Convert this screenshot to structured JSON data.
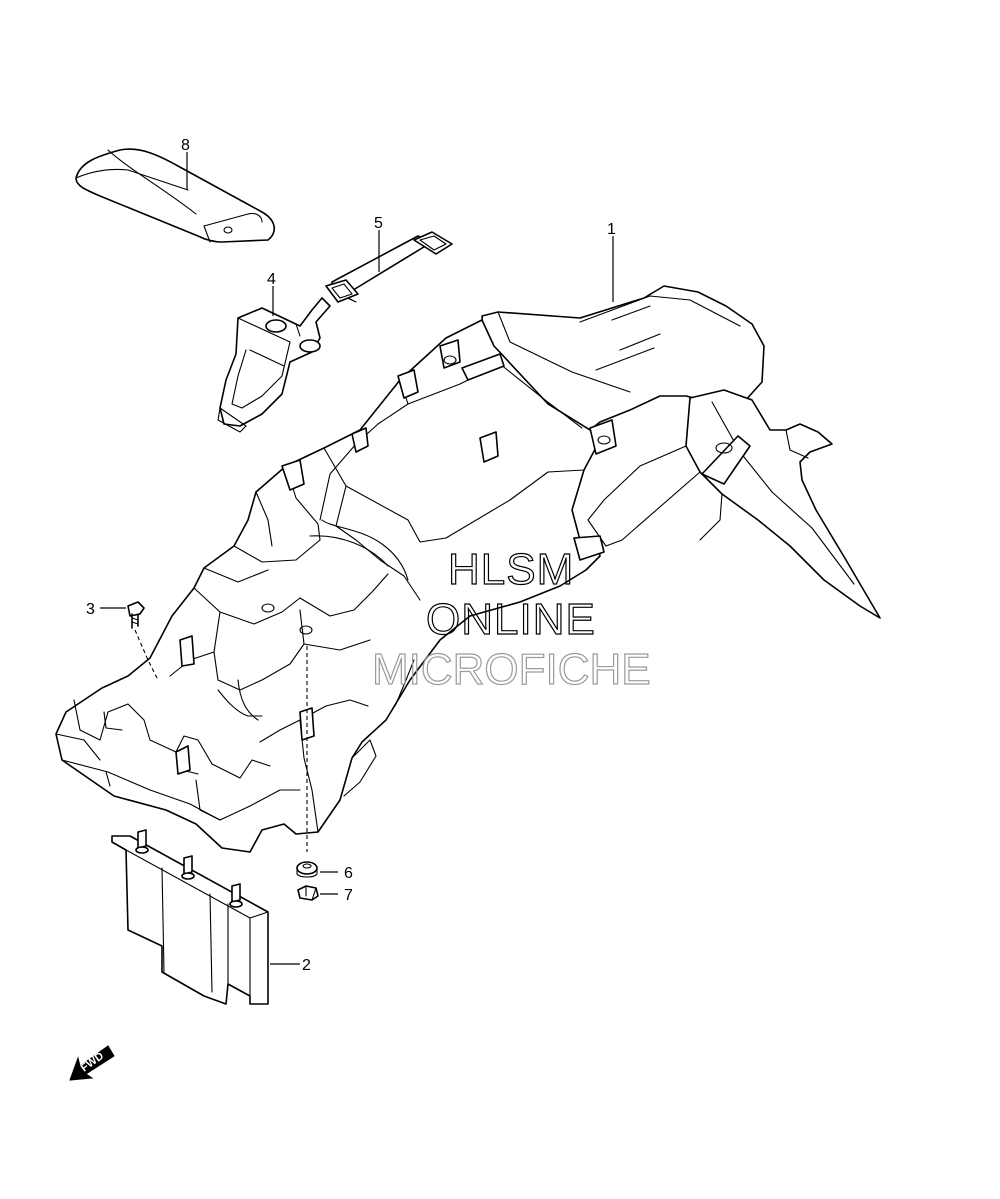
{
  "callouts": [
    {
      "id": "1",
      "label": "1"
    },
    {
      "id": "2",
      "label": "2"
    },
    {
      "id": "3",
      "label": "3"
    },
    {
      "id": "4",
      "label": "4"
    },
    {
      "id": "5",
      "label": "5"
    },
    {
      "id": "6",
      "label": "6"
    },
    {
      "id": "7",
      "label": "7"
    },
    {
      "id": "8",
      "label": "8"
    }
  ],
  "watermark": {
    "line1": "HLSM",
    "line2": "ONLINE",
    "line3": "MICROFICHE"
  },
  "direction_badge": "FWD",
  "colors": {
    "line": "#000000",
    "background": "#ffffff",
    "watermark_light": "#9a9a9a"
  }
}
